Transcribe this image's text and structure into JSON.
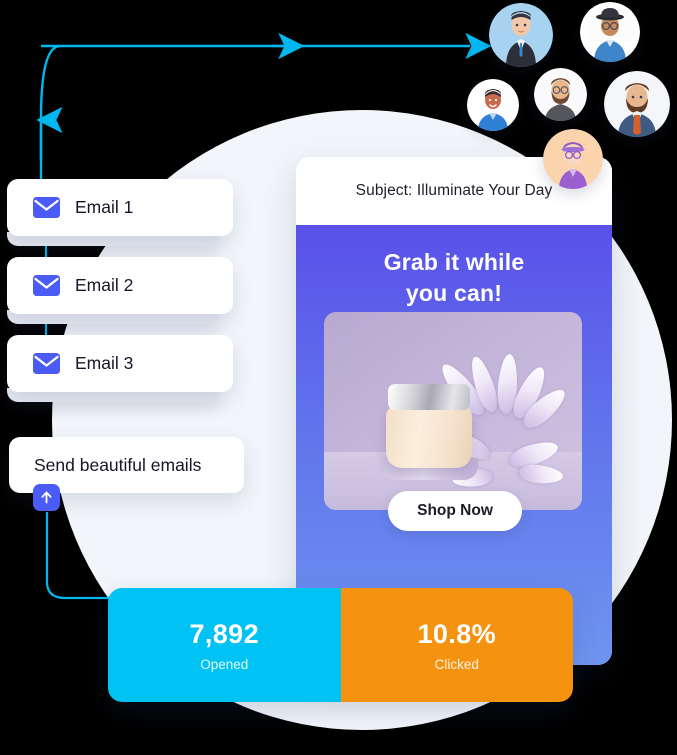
{
  "illustration": {
    "title": "Email marketing campaign illustration",
    "colors": {
      "backdrop": "#F2F5FA",
      "flow_line": "#00B7F0",
      "envelope_blue": "#4B5BF5",
      "email_gradient_top": "#5A50E9",
      "email_gradient_bottom": "#6E95EF",
      "stat_opened_bg": "#00C2F3",
      "stat_clicked_bg": "#F59310"
    }
  },
  "workflow": {
    "email_cards": [
      {
        "label": "Email 1",
        "icon": "envelope-icon"
      },
      {
        "label": "Email 2",
        "icon": "envelope-icon"
      },
      {
        "label": "Email 3",
        "icon": "envelope-icon"
      }
    ],
    "send_card": {
      "label": "Send beautiful emails",
      "badge_icon": "arrow-up-icon"
    }
  },
  "email_preview": {
    "subject": "Subject: Illuminate Your Day",
    "headline_line1": "Grab it while",
    "headline_line2": "you can!",
    "product_image_alt": "cosmetic-cream-jar-with-purple-flowers",
    "cta_label": "Shop Now"
  },
  "stats": [
    {
      "value": "7,892",
      "label": "Opened",
      "color": "#00C2F3"
    },
    {
      "value": "10.8%",
      "label": "Clicked",
      "color": "#F59310"
    }
  ],
  "avatars": [
    {
      "name": "avatar-businessman",
      "bg": "#A8D3F0"
    },
    {
      "name": "avatar-person-hat-glasses",
      "bg": "#FFFFFF"
    },
    {
      "name": "avatar-person-dark-hair",
      "bg": "#FFFFFF"
    },
    {
      "name": "avatar-bearded-man-glasses",
      "bg": "#FFFFFF"
    },
    {
      "name": "avatar-man-beard-jacket",
      "bg": "#F4F6FA"
    },
    {
      "name": "avatar-person-purple-cap",
      "bg": "#FBD4AE"
    }
  ]
}
